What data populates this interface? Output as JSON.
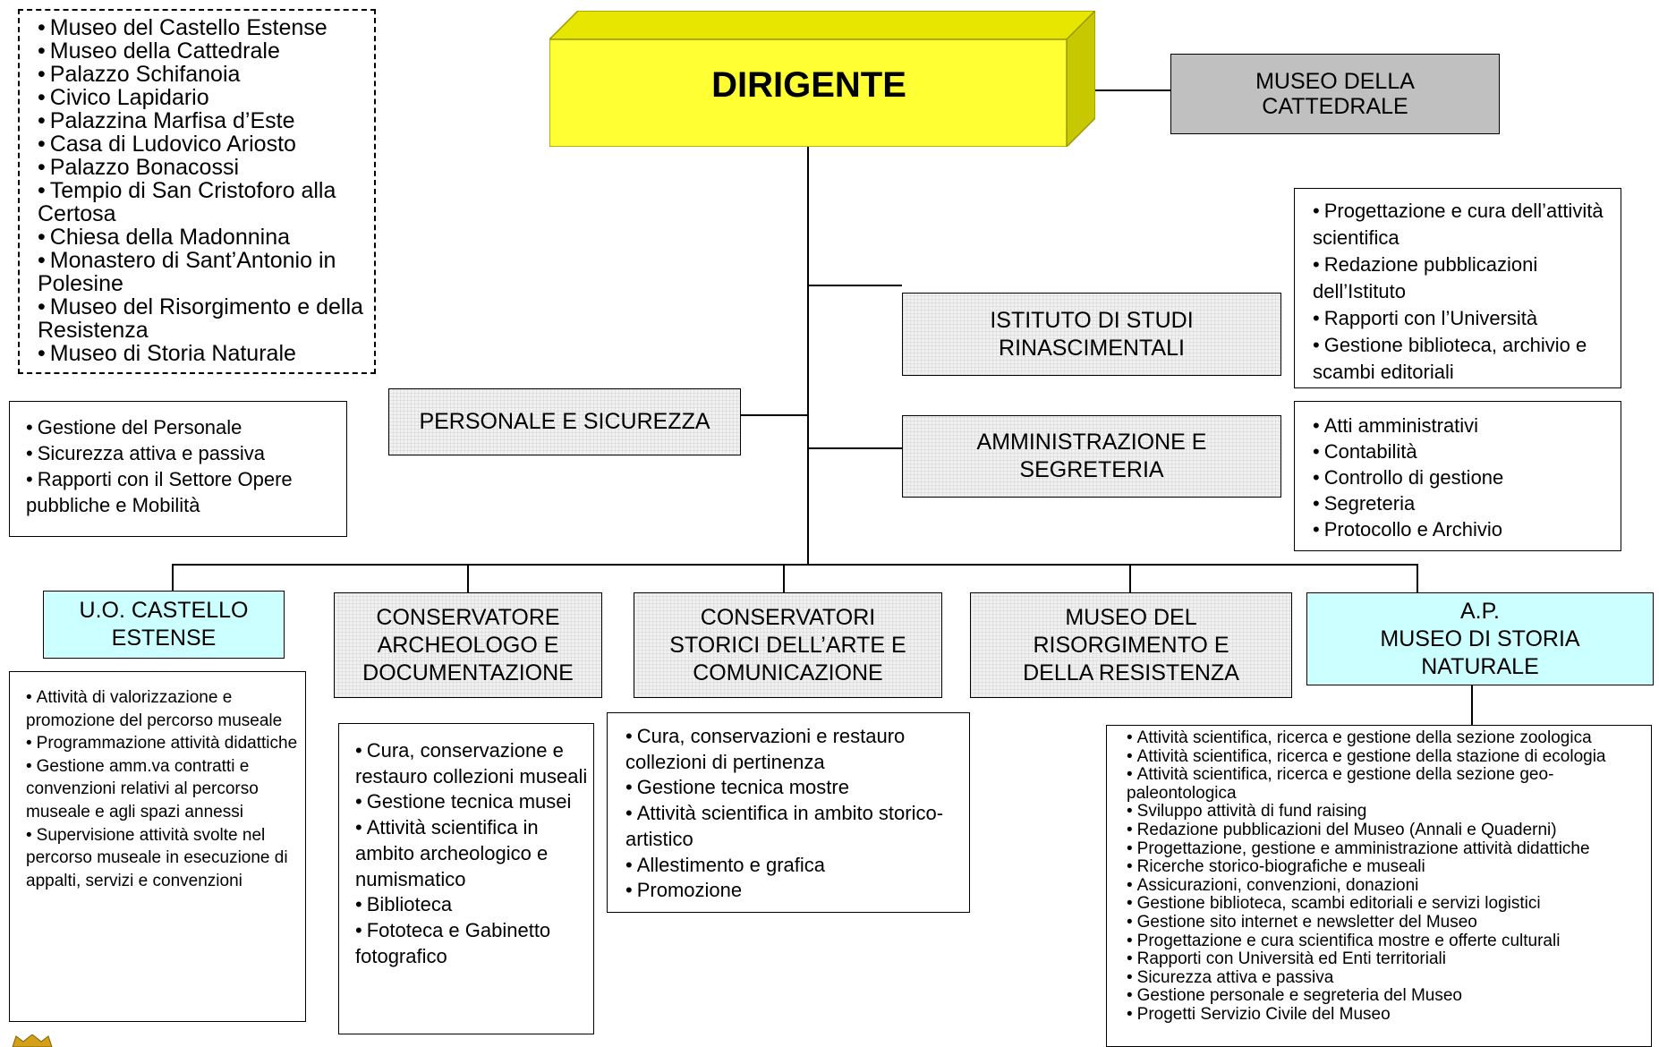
{
  "header": {
    "director": "DIRIGENTE",
    "museum_cathedral": "MUSEO DELLA\nCATTEDRALE"
  },
  "museums_list": [
    "Museo del Castello Estense",
    "Museo della Cattedrale",
    "Palazzo Schifanoia",
    "Civico Lapidario",
    "Palazzina Marfisa d’Este",
    "Casa di Ludovico Ariosto",
    "Palazzo Bonacossi",
    "Tempio di San Cristoforo alla Certosa",
    "Chiesa della Madonnina",
    "Monastero di Sant’Antonio in Polesine",
    "Museo del Risorgimento e della Resistenza",
    "Museo di Storia Naturale"
  ],
  "staff_units": {
    "personale": "PERSONALE E SICUREZZA",
    "istituto": "ISTITUTO DI STUDI\nRINASCIMENTALI",
    "amministrazione": "AMMINISTRAZIONE E\nSEGRETERIA"
  },
  "personale_tasks": [
    "Gestione del Personale",
    "Sicurezza attiva e passiva",
    "Rapporti con il Settore Opere pubbliche e Mobilità"
  ],
  "istituto_tasks": [
    "Progettazione e cura dell’attività scientifica",
    "Redazione pubblicazioni dell’Istituto",
    "Rapporti con l’Università",
    "Gestione biblioteca, archivio e scambi editoriali"
  ],
  "amministrazione_tasks": [
    "Atti amministrativi",
    "Contabilità",
    "Controllo di gestione",
    "Segreteria",
    "Protocollo e Archivio"
  ],
  "line_units": [
    "U.O. CASTELLO\nESTENSE",
    "CONSERVATORE\nARCHEOLOGO E\nDOCUMENTAZIONE",
    "CONSERVATORI\nSTORICI DELL’ARTE E\nCOMUNICAZIONE",
    "MUSEO DEL\nRISORGIMENTO E\nDELLA RESISTENZA",
    "A.P.\nMUSEO DI STORIA\nNATURALE"
  ],
  "castello_tasks": [
    "Attività di valorizzazione e promozione del percorso museale",
    "Programmazione attività didattiche",
    "Gestione amm.va contratti e convenzioni relativi al percorso museale e agli spazi annessi",
    "Supervisione attività svolte nel percorso museale in esecuzione di appalti, servizi e convenzioni"
  ],
  "archeologo_tasks": [
    "Cura, conservazione e restauro collezioni museali",
    "Gestione tecnica musei",
    "Attività scientifica in ambito archeologico e numismatico",
    "Biblioteca",
    "Fototeca e Gabinetto fotografico"
  ],
  "storici_tasks": [
    "Cura, conservazioni e restauro collezioni di pertinenza",
    "Gestione tecnica mostre",
    "Attività scientifica in ambito storico-artistico",
    "Allestimento e grafica",
    "Promozione"
  ],
  "storia_naturale_tasks": [
    "Attività scientifica, ricerca e gestione della sezione zoologica",
    "Attività scientifica, ricerca e gestione della stazione di ecologia",
    "Attività scientifica, ricerca e gestione della sezione geo-paleontologica",
    "Sviluppo attività di fund raising",
    "Redazione pubblicazioni del Museo (Annali e Quaderni)",
    "Progettazione, gestione e amministrazione attività didattiche",
    "Ricerche storico-biografiche e museali",
    "Assicurazioni, convenzioni, donazioni",
    "Gestione biblioteca, scambi editoriali e servizi logistici",
    "Gestione sito internet e newsletter del Museo",
    "Progettazione e cura scientifica mostre e offerte culturali",
    "Rapporti con Università ed Enti territoriali",
    "Sicurezza attiva e passiva",
    "Gestione personale e segreteria del Museo",
    "Progetti Servizio Civile del Museo"
  ]
}
